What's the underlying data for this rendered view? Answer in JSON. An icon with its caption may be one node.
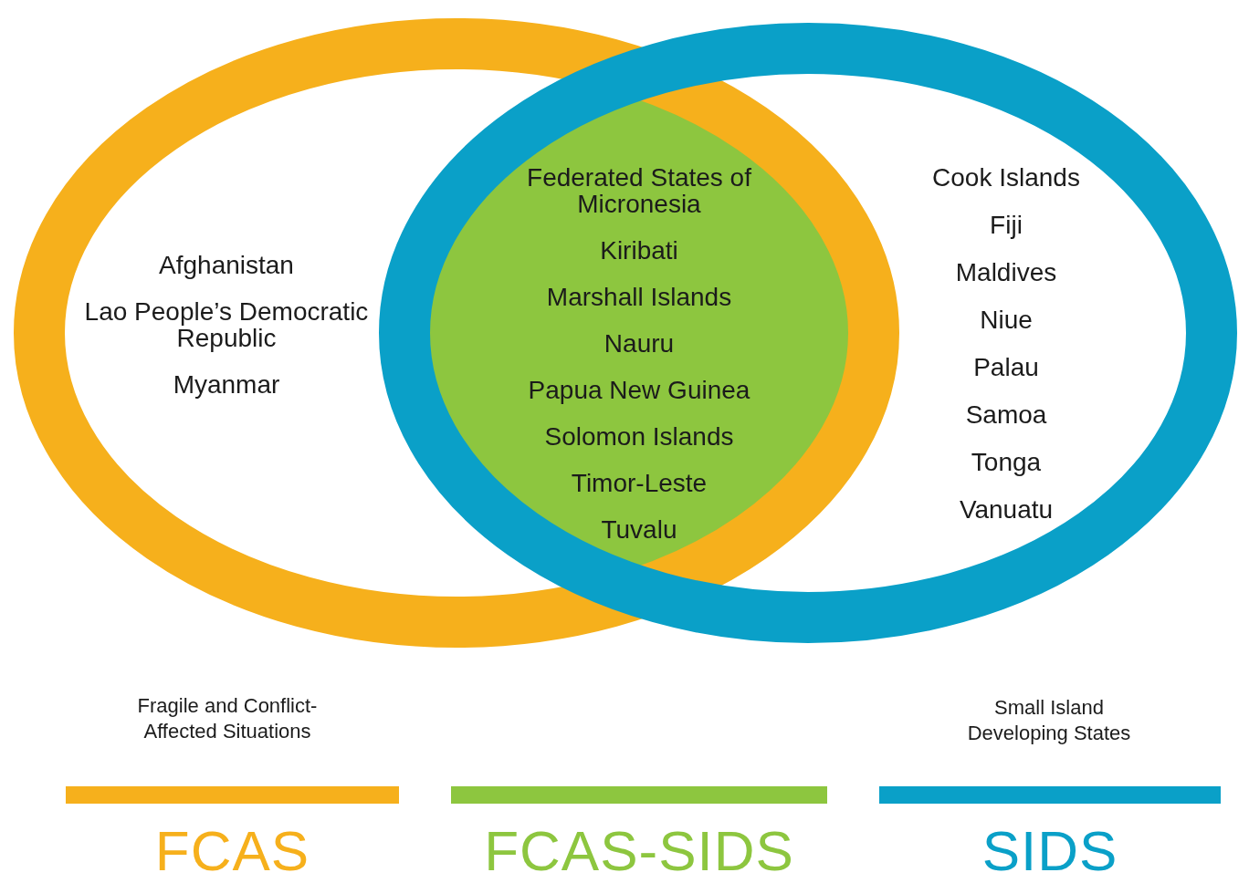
{
  "diagram": {
    "nodes": [
      {
        "text": [
          "Afghanistan",
          "Lao People’s Democratic Republic",
          "Myanmar"
        ]
      },
      {
        "text": [
          "Federated States of Micronesia",
          "Kiribati",
          "Marshall Islands",
          "Nauru",
          "Papua New Guinea",
          "Solomon Islands",
          "Timor-Leste",
          "Tuvalu"
        ]
      },
      {
        "text": [
          "Cook Islands",
          "Fiji",
          "Maldives",
          "Niue",
          "Palau",
          "Samoa",
          "Tonga",
          "Vanuatu"
        ]
      }
    ],
    "labels": [
      "Fragile and Conflict-Affected Situations",
      "Small Island Developing States"
    ],
    "legend": [
      {
        "text": "FCAS",
        "color": "#f6b01c"
      },
      {
        "text": "FCAS-SIDS",
        "color": "#8dc63f"
      },
      {
        "text": "SIDS",
        "color": "#0aa0c8"
      }
    ]
  }
}
